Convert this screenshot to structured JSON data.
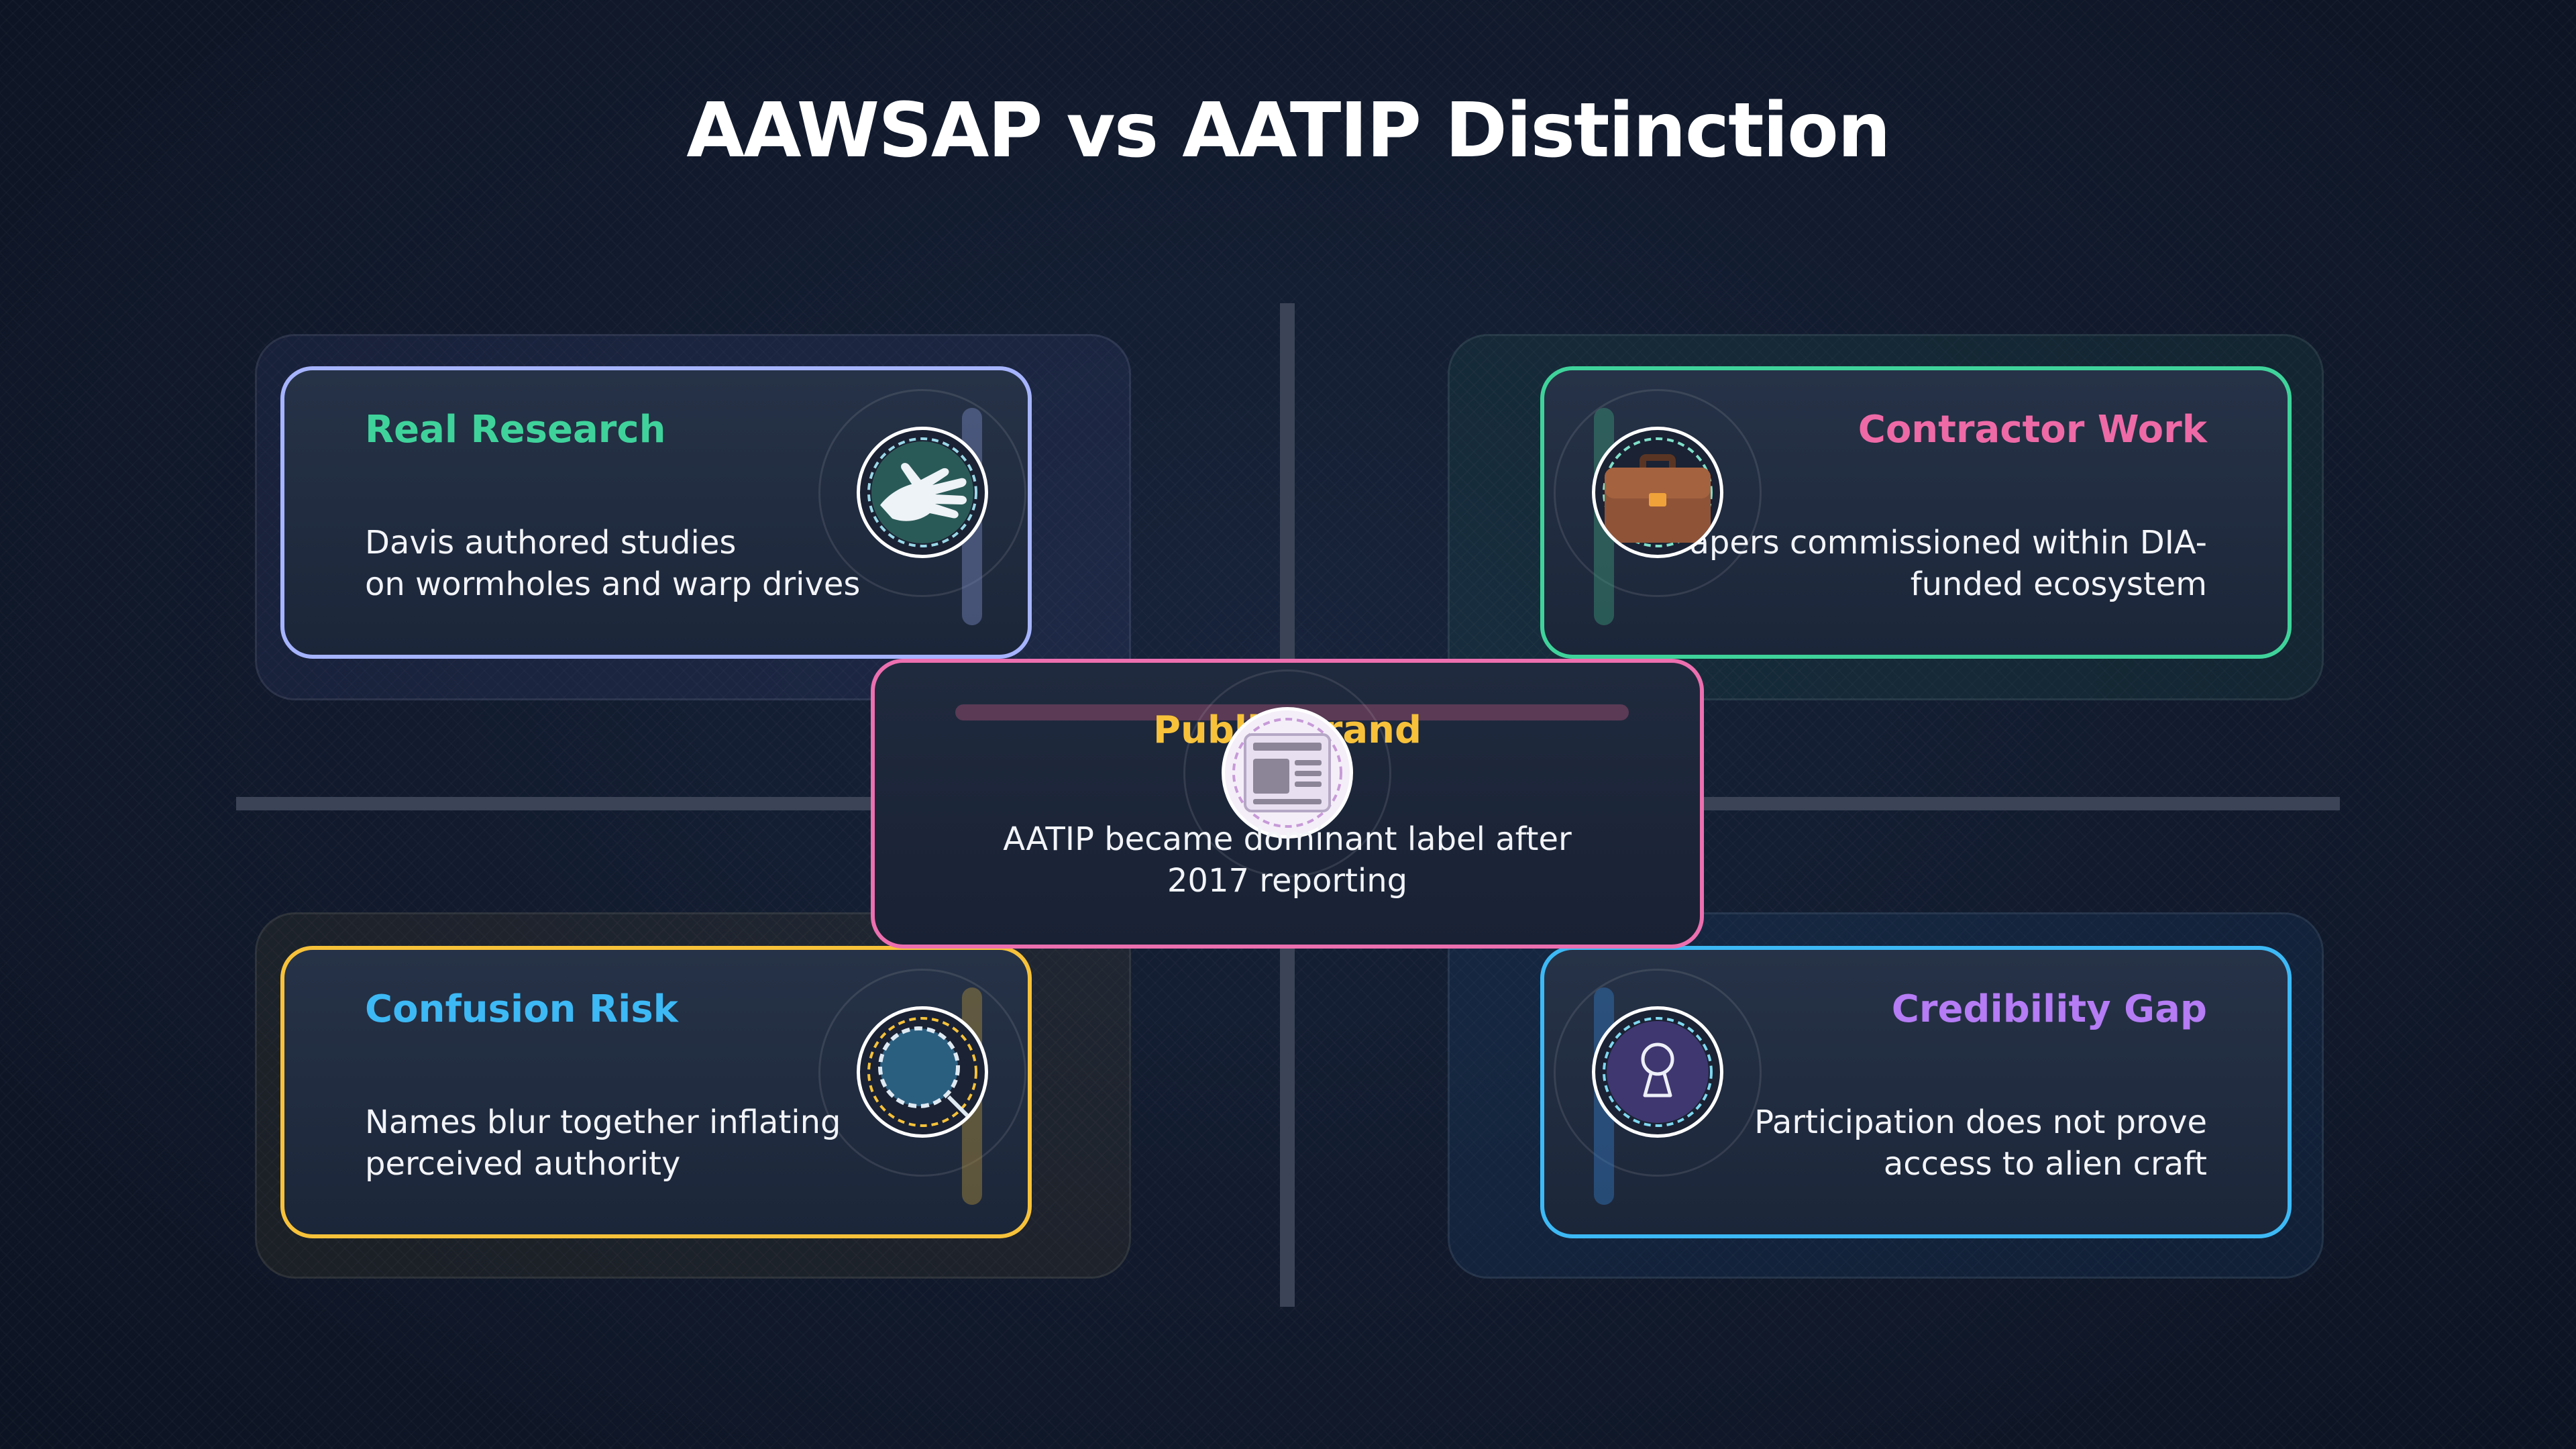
{
  "title": "AAWSAP vs AATIP Distinction",
  "colors": {
    "background": "#111a2c",
    "axis": "#3a4456",
    "real_research": "#a6b4ff",
    "contractor_work": "#3fd39b",
    "confusion_risk": "#f7c23a",
    "credibility_gap": "#3db9f5",
    "public_brand": "#ec6fb0"
  },
  "cards": {
    "real_research": {
      "title": "Real Research",
      "title_color": "#3fd39b",
      "desc_lines": [
        "Davis authored studies",
        "on wormholes and warp drives"
      ],
      "icon": "hand-icon"
    },
    "contractor_work": {
      "title": "Contractor Work",
      "title_color": "#ee6aa7",
      "desc_lines": [
        "Papers commissioned within DIA-",
        "funded ecosystem"
      ],
      "icon": "briefcase-icon"
    },
    "confusion_risk": {
      "title": "Confusion Risk",
      "title_color": "#3db9f5",
      "desc_lines": [
        "Names blur together inflating",
        "perceived authority"
      ],
      "icon": "magnifier-icon"
    },
    "credibility_gap": {
      "title": "Credibility Gap",
      "title_color": "#b57cf5",
      "desc_lines": [
        "Participation does not prove",
        "access to alien craft"
      ],
      "icon": "keyhole-icon"
    },
    "public_brand": {
      "title": "Public Brand",
      "title_color": "#f7c23a",
      "desc_lines": [
        "AATIP became dominant label after",
        "2017 reporting"
      ],
      "icon": "newspaper-icon"
    }
  }
}
